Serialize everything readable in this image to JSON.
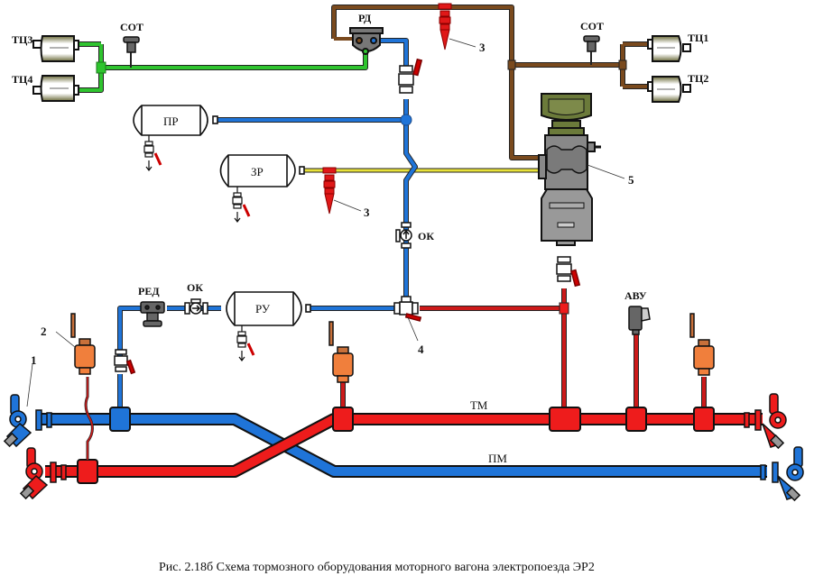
{
  "caption": "Рис. 2.18б  Схема тормозного оборудования  моторного  вагона электропоезда  ЭР2",
  "labels": {
    "tc1": "ТЦ1",
    "tc2": "ТЦ2",
    "tc3": "ТЦ3",
    "tc4": "ТЦ4",
    "sot_left": "СОТ",
    "sot_right": "СОТ",
    "rd": "РД",
    "pr": "ПР",
    "zr": "ЗР",
    "ru": "РУ",
    "red": "РЕД",
    "ok_top": "ОК",
    "ok_bottom": "ОК",
    "avu": "АВУ",
    "tm": "ТМ",
    "pm": "ПМ"
  },
  "callouts": {
    "n1": "1",
    "n2": "2",
    "n3_top": "3",
    "n3_mid": "3",
    "n4": "4",
    "n5": "5"
  },
  "colors": {
    "brake_line_tm": "#ee1c1c",
    "supply_line_pm": "#1f74d8",
    "cylinder_line_left": "#2fc42f",
    "cylinder_line_right": "#7a4a1e",
    "reservoir_line": "#e8e23a",
    "valve_orange": "#f07f3c",
    "distributor_green": "#6b7a3a",
    "distributor_grey": "#8a8a8a"
  }
}
